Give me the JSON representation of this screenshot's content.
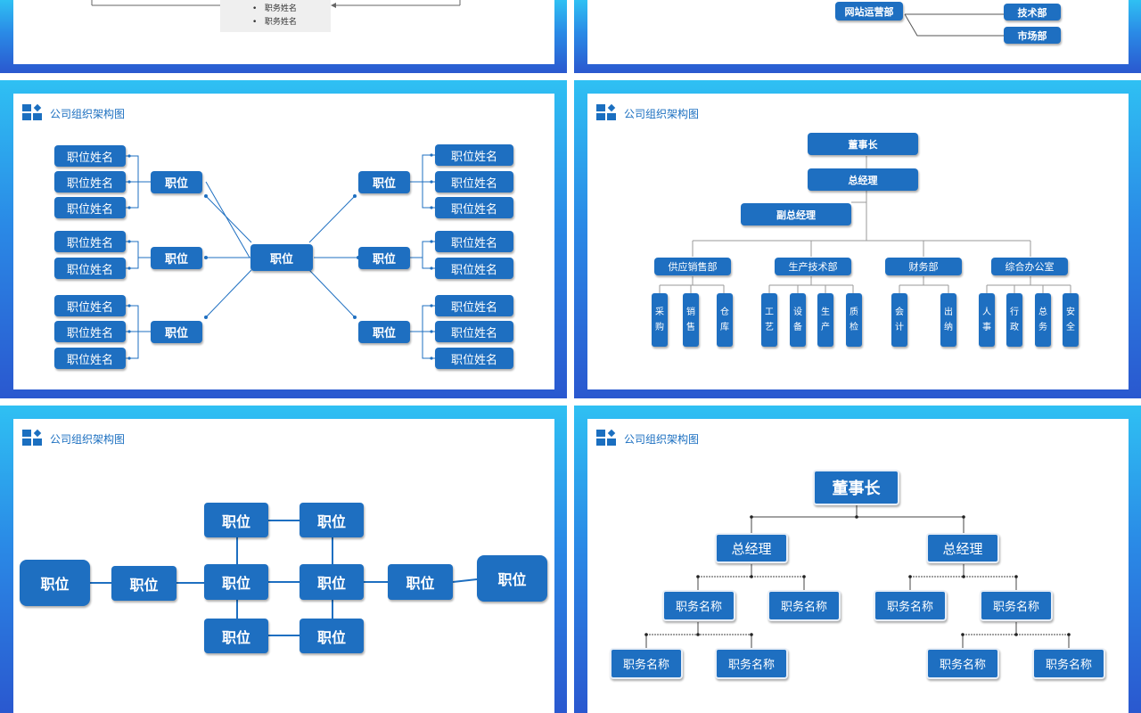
{
  "header": {
    "title": "公司组织架构图"
  },
  "slide_top_left": {
    "items": [
      "职务姓名",
      "职务姓名"
    ]
  },
  "slide_top_right": {
    "web_ops": "网站运营部",
    "tech": "技术部",
    "market": "市场部"
  },
  "slide_radial": {
    "center": "职位",
    "position_label": "职位",
    "name_label": "职位姓名"
  },
  "slide_tree": {
    "chairman": "董事长",
    "general_manager": "总经理",
    "deputy_gm": "副总经理",
    "departments": [
      {
        "name": "供应销售部",
        "units": [
          [
            "采",
            "购"
          ],
          [
            "销",
            "售"
          ],
          [
            "仓",
            "库"
          ]
        ]
      },
      {
        "name": "生产技术部",
        "units": [
          [
            "工",
            "艺"
          ],
          [
            "设",
            "备"
          ],
          [
            "生",
            "产"
          ],
          [
            "质",
            "检"
          ]
        ]
      },
      {
        "name": "财务部",
        "units": [
          [
            "会",
            "计"
          ],
          [
            "出",
            "纳"
          ]
        ]
      },
      {
        "name": "综合办公室",
        "units": [
          [
            "人",
            "事"
          ],
          [
            "行",
            "政"
          ],
          [
            "总",
            "务"
          ],
          [
            "安",
            "全"
          ]
        ]
      }
    ]
  },
  "slide_grid": {
    "position_label": "职位"
  },
  "slide_hier": {
    "chairman": "董事长",
    "general_manager": "总经理",
    "role_name": "职务名称"
  }
}
